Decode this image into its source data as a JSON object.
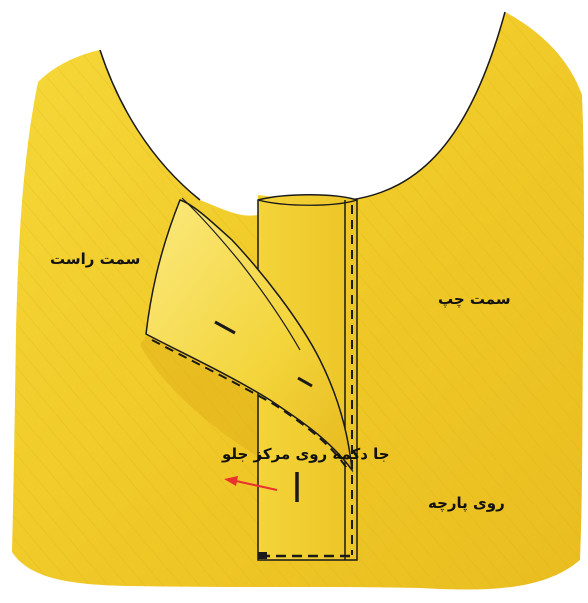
{
  "labels": {
    "right_side": "سمت راست",
    "left_side": "سمت چپ",
    "buttonhole_center_front": "جا دکمه روی مرکز جلو",
    "fabric_face": "روی پارچه"
  },
  "colors": {
    "fabric": "#f2cf2b",
    "fabric_shade": "#e2b21c",
    "fabric_light": "#fbe87a",
    "outline": "#1a1a1a",
    "arrow": "#e8322f"
  }
}
